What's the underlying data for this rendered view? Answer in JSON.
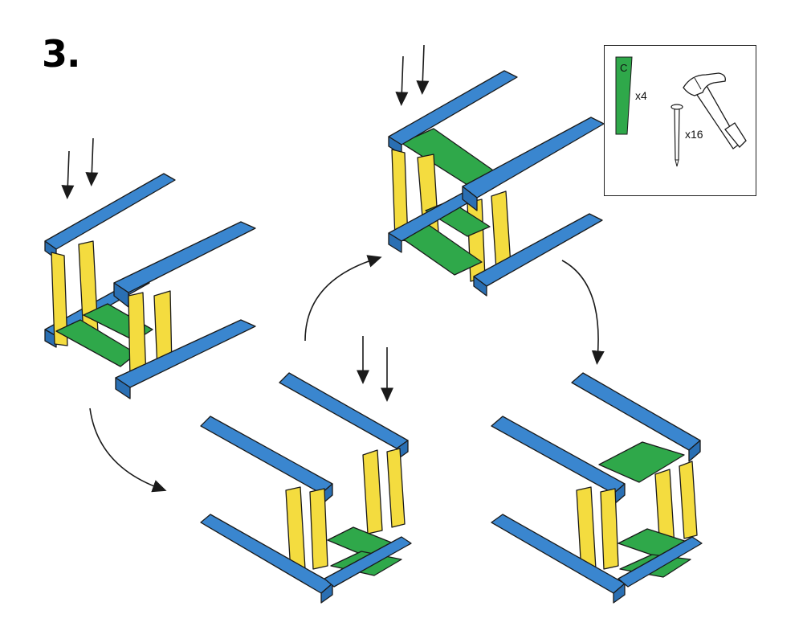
{
  "step": {
    "number": "3."
  },
  "parts_box": {
    "part_letter": "C",
    "part_qty": "x4",
    "nail_qty": "x16",
    "icons": [
      "board-c-icon",
      "nail-icon",
      "hammer-icon"
    ]
  },
  "colors": {
    "blue": "#3a86cf",
    "yellow": "#f4dc3f",
    "green": "#2fa84a",
    "outline": "#1a1a1a"
  }
}
